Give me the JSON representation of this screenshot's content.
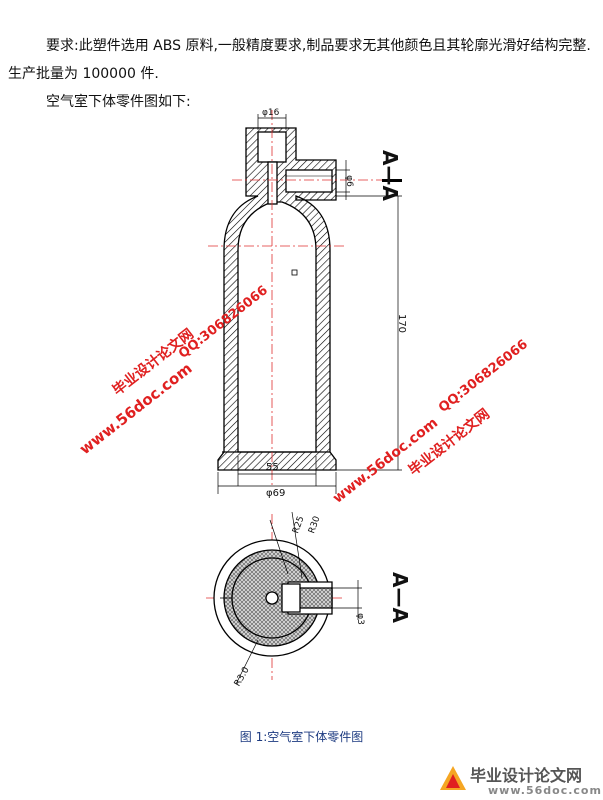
{
  "document": {
    "para1": "要求:此塑件选用 ABS 原料,一般精度要求,制品要求无其他颜色且其轮廓光滑好结构完整.生产批量为 100000 件.",
    "para2": "空气室下体零件图如下:",
    "caption": "图 1:空气室下体零件图"
  },
  "drawing": {
    "dims": {
      "top_width": "φ16",
      "side_port": "φ6",
      "height": "170",
      "inner_width": "55",
      "outer_width": "φ69",
      "r25": "R25",
      "r30": "R30",
      "r30b": "R3.0",
      "small_dia": "φ3"
    },
    "section_label_top": "A—A",
    "section_label_bottom": "A—A"
  },
  "watermarks": {
    "site_cn": "毕业设计论文网",
    "site_url": "www.56doc.com",
    "qq": "QQ:306826066"
  },
  "logo": {
    "text": "毕业设计论文网",
    "url": "www.56doc.com"
  }
}
